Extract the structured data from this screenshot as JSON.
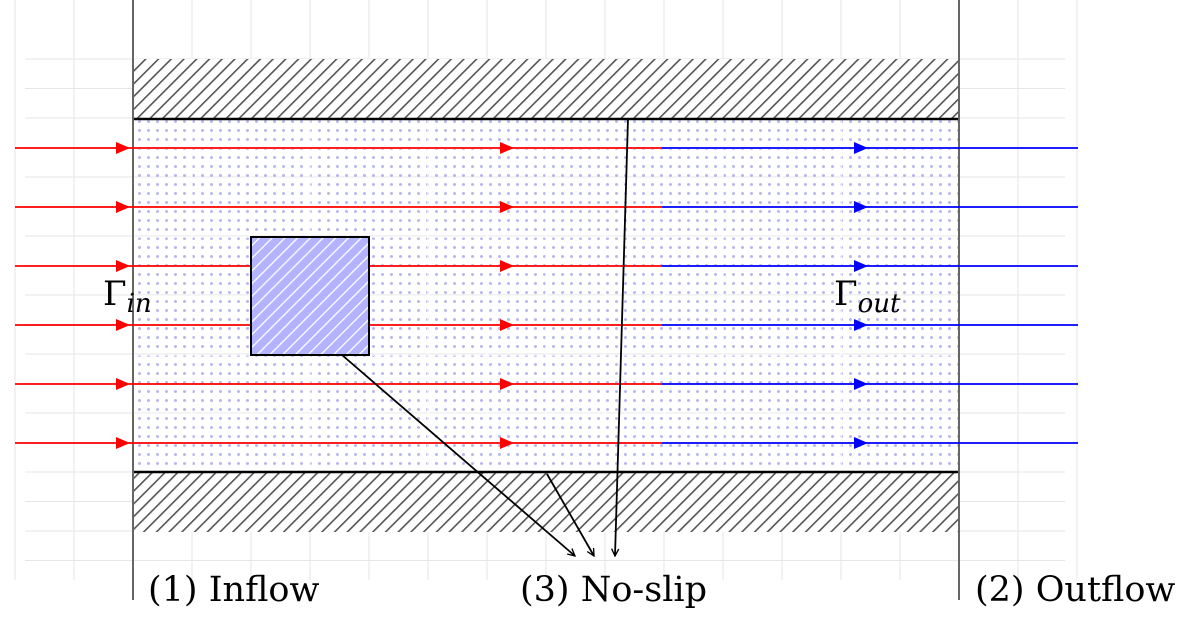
{
  "colors": {
    "inflow": "#ff0000",
    "outflow": "#0000ff",
    "wall_hatch": "#555555",
    "obstacle_fill": "#b3b3ff",
    "obstacle_hatch": "#3333cc",
    "domain_dots": "#b8b8f0",
    "grid": "#e6e6e6"
  },
  "boundaries": {
    "inlet": {
      "symbol": "Γ",
      "subscript": "in"
    },
    "outlet": {
      "symbol": "Γ",
      "subscript": "out"
    }
  },
  "labels": {
    "inflow": "(1) Inflow",
    "noslip": "(3) No-slip",
    "outflow": "(2) Outflow"
  },
  "flow_lines": 6,
  "icons": [
    "inflow-arrow-icon",
    "outflow-arrow-icon",
    "hatch-wall-icon",
    "obstacle-icon"
  ]
}
